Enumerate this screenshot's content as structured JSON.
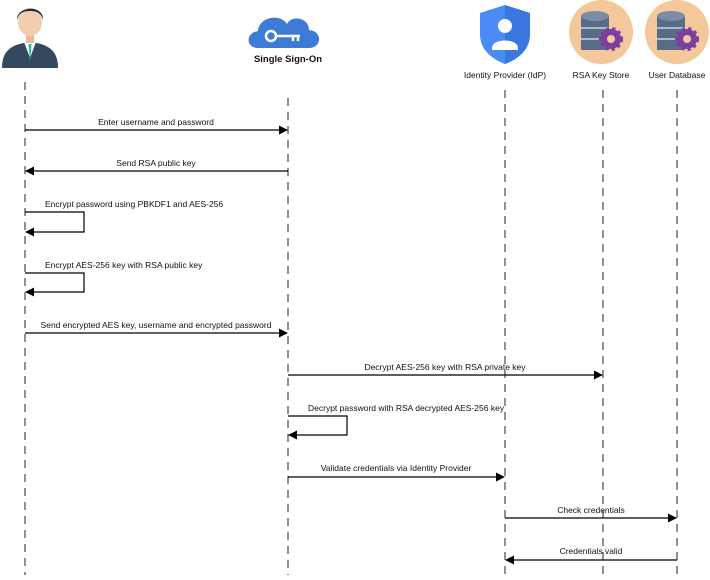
{
  "participants": [
    {
      "id": "user",
      "label": "",
      "icon": "user-avatar-icon"
    },
    {
      "id": "sso",
      "label": "Single Sign-On",
      "icon": "cloud-key-icon"
    },
    {
      "id": "idp",
      "label": "Identity Provider (IdP)",
      "icon": "shield-user-icon"
    },
    {
      "id": "rsa",
      "label": "RSA Key Store",
      "icon": "database-gear-icon"
    },
    {
      "id": "userdb",
      "label": "User Database",
      "icon": "database-gear-icon"
    }
  ],
  "messages": [
    {
      "from": "user",
      "to": "sso",
      "label": "Enter username and password"
    },
    {
      "from": "sso",
      "to": "user",
      "label": "Send RSA public key"
    },
    {
      "from": "user",
      "to": "user",
      "label": "Encrypt password using PBKDF1 and AES-256"
    },
    {
      "from": "user",
      "to": "user",
      "label": "Encrypt AES-256 key with RSA public key"
    },
    {
      "from": "user",
      "to": "sso",
      "label": "Send encrypted AES key, username and encrypted password"
    },
    {
      "from": "sso",
      "to": "rsa",
      "label": "Decrypt AES-256 key with RSA private key"
    },
    {
      "from": "sso",
      "to": "sso",
      "label": "Decrypt password with RSA decrypted AES-256 key"
    },
    {
      "from": "sso",
      "to": "idp",
      "label": "Validate credentials via Identity Provider"
    },
    {
      "from": "idp",
      "to": "userdb",
      "label": "Check credentials"
    },
    {
      "from": "userdb",
      "to": "idp",
      "label": "Credentials valid"
    }
  ],
  "colors": {
    "cloud_blue": "#3E7BD6",
    "shield_blue": "#4A8BF5",
    "db_circle": "#F4C89A",
    "db_body": "#5A6B86",
    "gear": "#7B3FA0",
    "suit": "#34495E",
    "skin": "#F3CDB0",
    "hair": "#2C2C2C"
  }
}
